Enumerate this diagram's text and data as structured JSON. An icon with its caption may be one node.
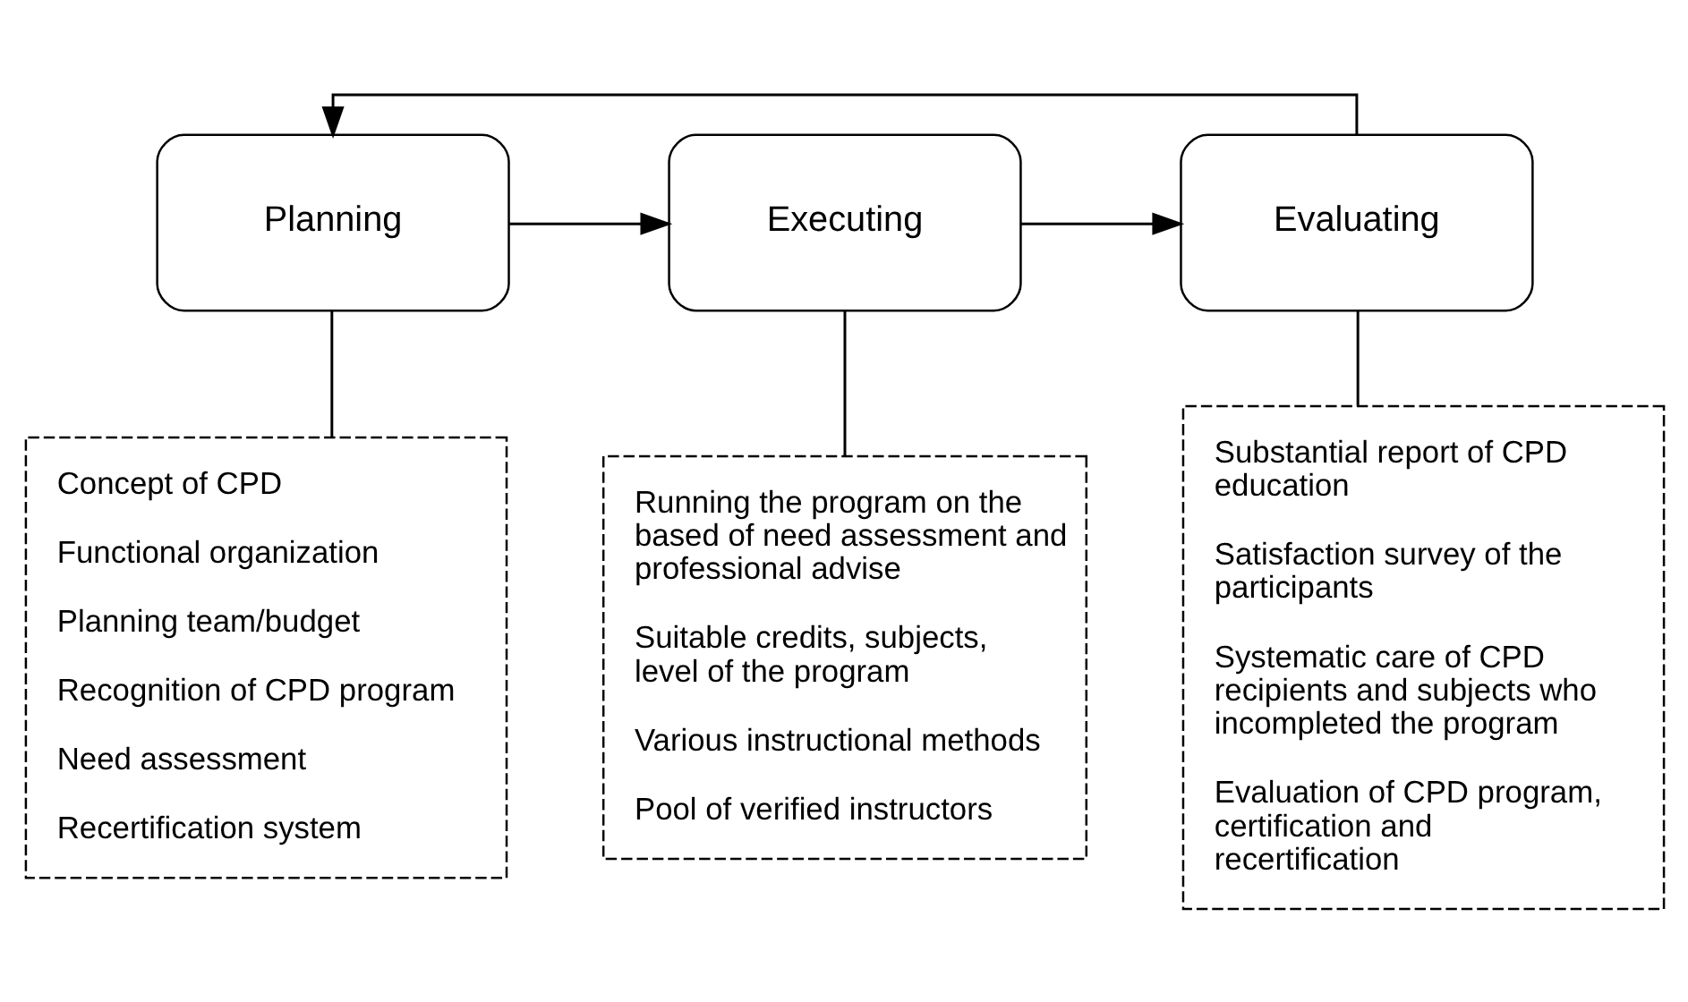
{
  "diagram": {
    "nodes": [
      {
        "text": [
          "Planning"
        ]
      },
      {
        "text": [
          "Executing"
        ]
      },
      {
        "text": [
          "Evaluating"
        ]
      },
      {
        "text": [
          "Concept of CPD",
          "Functional organization",
          "Planning team/budget",
          "Recognition of CPD program",
          "Need assessment",
          "Recertification system"
        ]
      },
      {
        "text": [
          "Running the program on the based of need assessment and professional advise",
          "Suitable credits, subjects, level of the program",
          "Various instructional methods",
          "Pool of verified instructors"
        ]
      },
      {
        "text": [
          "Substantial report of CPD education",
          "Satisfaction survey of the participants",
          "Systematic care of CPD recipients and subjects who incompleted the program",
          "Evaluation of CPD program, certification and recertification"
        ]
      }
    ],
    "edges": [
      {
        "from": 0,
        "to": 1,
        "arrow": "to"
      },
      {
        "from": 1,
        "to": 2,
        "arrow": "to"
      },
      {
        "from": 2,
        "to": 0,
        "arrow": "to"
      },
      {
        "from": 0,
        "to": 3,
        "arrow": "none"
      },
      {
        "from": 1,
        "to": 4,
        "arrow": "none"
      },
      {
        "from": 2,
        "to": 5,
        "arrow": "none"
      }
    ]
  }
}
